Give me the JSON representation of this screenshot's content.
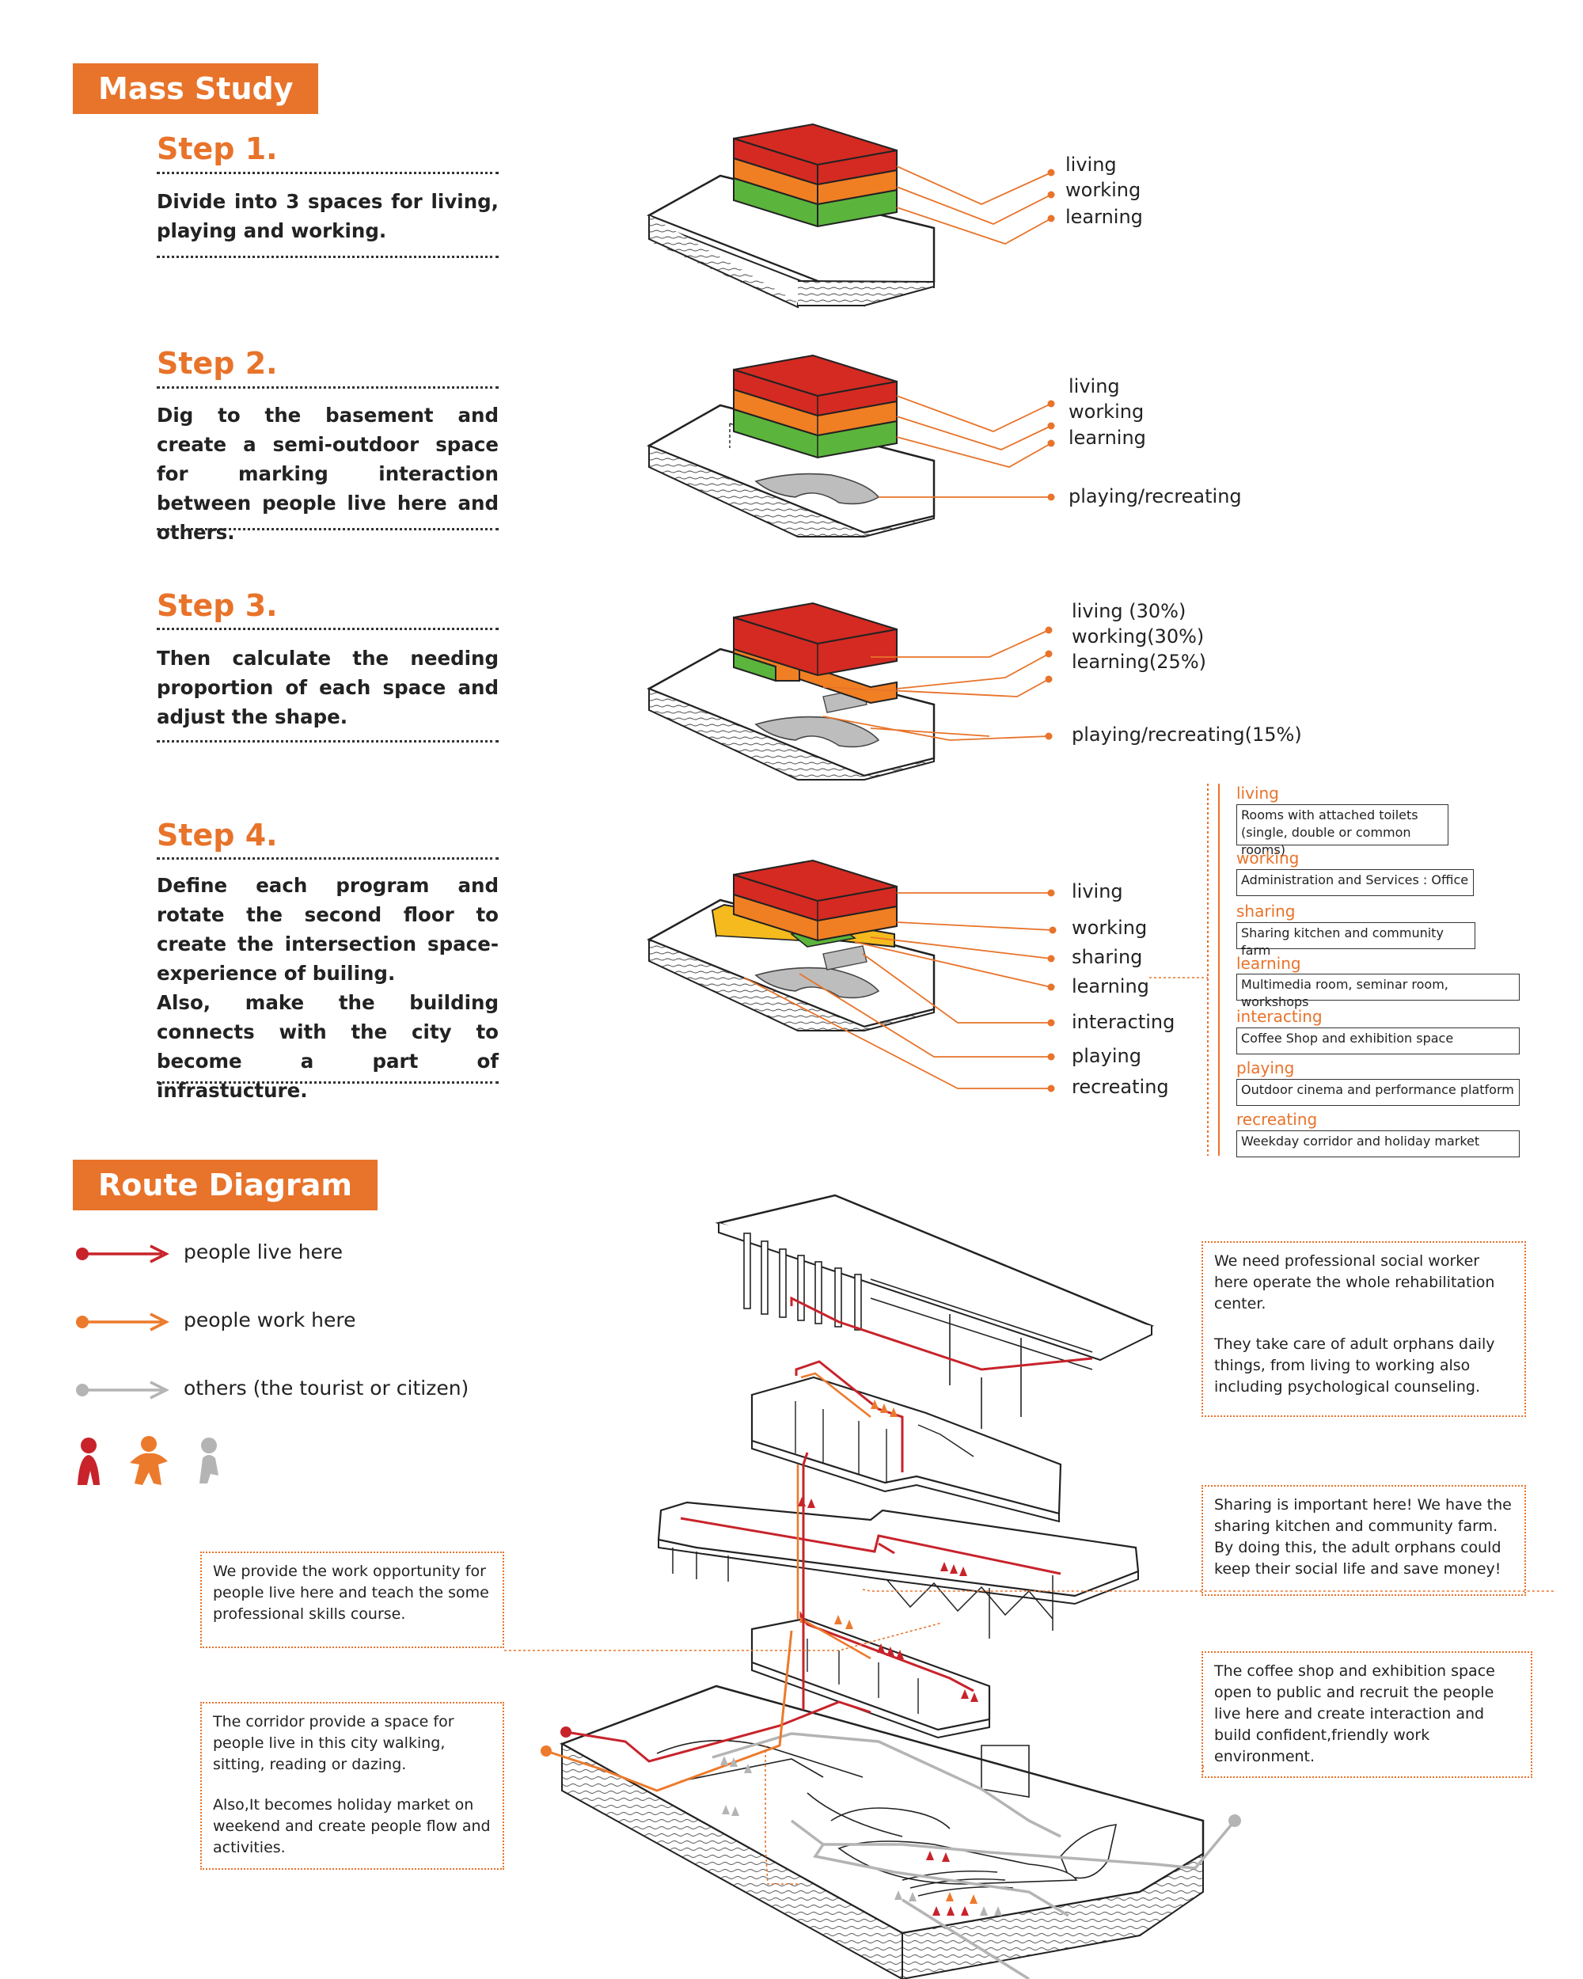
{
  "mass_study": {
    "title": "Mass Study",
    "steps": [
      {
        "title": "Step 1.",
        "text": "Divide into 3 spaces for living, playing and working.",
        "labels": [
          "living",
          "working",
          "learning"
        ]
      },
      {
        "title": "Step 2.",
        "text": "Dig to the basement and create a semi-outdoor space for marking interaction between people live here and others.",
        "labels": [
          "living",
          "working",
          "learning",
          "playing/recreating"
        ]
      },
      {
        "title": "Step 3.",
        "text": "Then calculate the needing proportion of each space and adjust the shape.",
        "labels": [
          "living (30%)",
          "working(30%)",
          "learning(25%)",
          "playing/recreating(15%)"
        ]
      },
      {
        "title": "Step 4.",
        "text": "Define each program and rotate the second floor to create the intersection space-experience of builing.",
        "text2": "Also, make the building connects with the city to become a part of infrastucture.",
        "labels": [
          "living",
          "working",
          "sharing",
          "learning",
          "interacting",
          "playing",
          "recreating"
        ]
      }
    ],
    "programs": [
      {
        "name": "living",
        "detail": "Rooms with attached toilets\n(single, double or common rooms)"
      },
      {
        "name": "working",
        "detail": "Administration and Services : Office"
      },
      {
        "name": "sharing",
        "detail": "Sharing kitchen and community farm"
      },
      {
        "name": "learning",
        "detail": "Multimedia room, seminar room, workshops"
      },
      {
        "name": "interacting",
        "detail": "Coffee Shop and exhibition space"
      },
      {
        "name": "playing",
        "detail": "Outdoor cinema and performance platform"
      },
      {
        "name": "recreating",
        "detail": "Weekday corridor and holiday market"
      }
    ]
  },
  "route_diagram": {
    "title": "Route Diagram",
    "legend": [
      {
        "text": "people live here",
        "color": "#c8232b"
      },
      {
        "text": "people work here",
        "color": "#ec7a2c"
      },
      {
        "text": "others (the tourist or citizen)",
        "color": "#b4b4b4"
      }
    ],
    "notes": {
      "social_worker": {
        "p1": "We need professional social worker here operate the whole rehabilitation center.",
        "p2": "They take care of adult orphans daily things, from living to working also including psychological counseling."
      },
      "sharing": {
        "p1": "Sharing is important here! We have the sharing kitchen and community farm. By doing this, the adult orphans could keep their social life and save money!"
      },
      "work": {
        "p1": "We provide the work opportunity for people live here and teach the some professional skills course."
      },
      "coffee": {
        "p1": "The coffee shop and exhibition space open to public and recruit the people live here and create interaction and build confident,friendly work environment."
      },
      "corridor": {
        "p1": "The corridor provide a space for people live in this city walking, sitting, reading or dazing.",
        "p2": "Also,It becomes holiday market on weekend and create people flow and activities."
      }
    }
  },
  "colors": {
    "accent": "#e8732a",
    "living": "#d42a22",
    "working": "#f07f23",
    "learning": "#5bb53c",
    "sharing": "#f5bb1e",
    "void": "#bdbdbd"
  }
}
